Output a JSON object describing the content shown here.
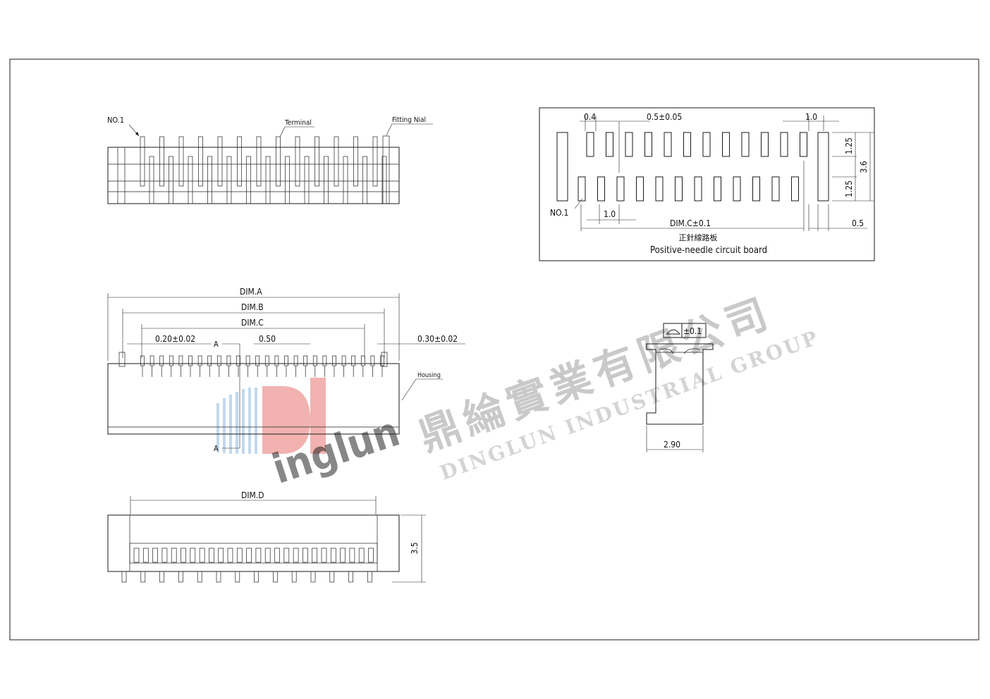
{
  "views": {
    "top": {
      "no1_label": "NO.1",
      "terminal_label": "Terminal",
      "fitting_label": "Fitting Nial"
    },
    "pcb": {
      "dim_04": "0.4",
      "dim_pitch": "0.5±0.05",
      "dim_10_top": "1.0",
      "dim_125_a": "1.25",
      "dim_125_b": "1.25",
      "dim_36": "3.6",
      "no1_label": "NO.1",
      "dim_10_bottom": "1.0",
      "dim_c": "DIM.C±0.1",
      "dim_05": "0.5",
      "caption_cn": "正針線路板",
      "caption_en": "Positive-needle circuit board"
    },
    "front": {
      "dim_a": "DIM.A",
      "dim_b": "DIM.B",
      "dim_c": "DIM.C",
      "dim_020": "0.20±0.02",
      "section_a1": "A",
      "dim_050": "0.50",
      "dim_030": "0.30±0.02",
      "housing_label": "Housing",
      "section_a2": "A"
    },
    "side": {
      "tolerance": "±0.1",
      "dim_290": "2.90"
    },
    "bottom": {
      "dim_d": "DIM.D",
      "dim_35": "3.5"
    }
  },
  "watermark": {
    "company_cn": "鼎綸實業有限公司",
    "company_en": "DINGLUN INDUSTRIAL GROUP",
    "logo_text": "inglun",
    "colors": {
      "red": "#e0554f",
      "blue": "#6f9fcf"
    }
  }
}
